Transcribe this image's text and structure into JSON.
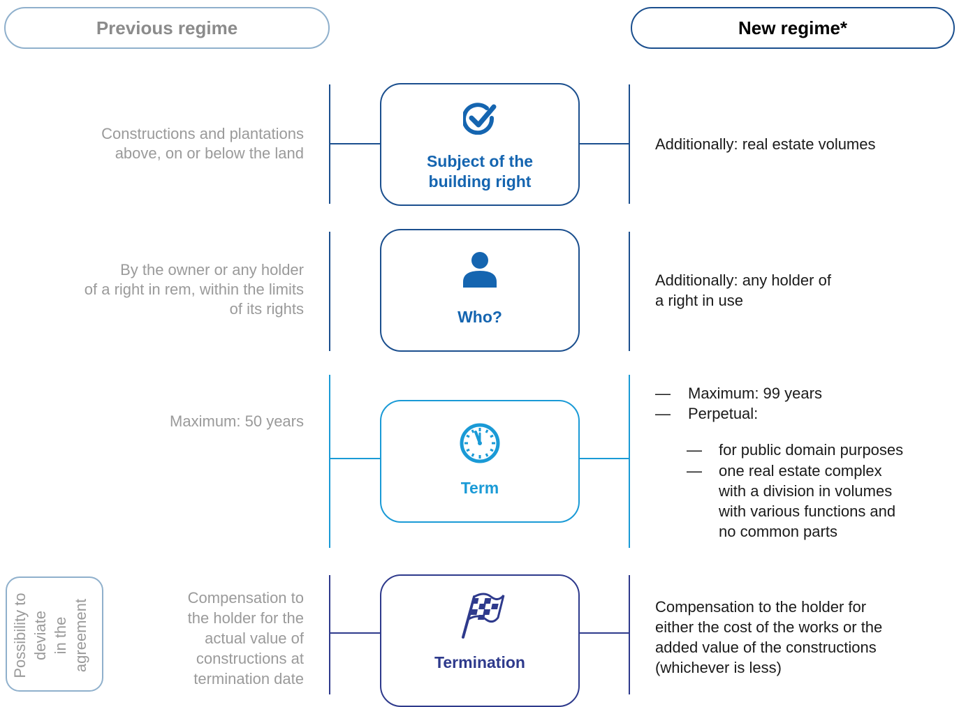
{
  "header": {
    "previous_label": "Previous regime",
    "new_label": "New regime*"
  },
  "colors": {
    "dark_blue": "#1b4f8e",
    "mid_blue": "#1565b0",
    "light_blue": "#1a9ad6",
    "navy": "#2e3a8c",
    "pale_blue": "#8fb0cc",
    "gray_text": "#9a9a9a"
  },
  "rows": [
    {
      "icon": "checkmark-icon",
      "label_lines": [
        "Subject of the",
        "building right"
      ],
      "previous_lines": [
        "Constructions and plantations",
        "above, on or below the land"
      ],
      "new_lines": [
        "Additionally: real estate volumes"
      ]
    },
    {
      "icon": "person-icon",
      "label_lines": [
        "Who?"
      ],
      "previous_lines": [
        "By the owner or any holder",
        "of a right in rem, within the limits",
        "of its rights"
      ],
      "new_lines": [
        "Additionally: any holder of",
        "a right in use"
      ]
    },
    {
      "icon": "clock-icon",
      "label_lines": [
        "Term"
      ],
      "previous_lines": [
        "Maximum: 50 years"
      ],
      "new_items": [
        "Maximum: 99 years",
        "Perpetual:"
      ],
      "new_subitems": [
        "for public domain purposes",
        "one real estate complex",
        "with a division in volumes",
        "with various functions and",
        "no common parts"
      ]
    },
    {
      "icon": "checkered-flag-icon",
      "label_lines": [
        "Termination"
      ],
      "previous_lines": [
        "Compensation to",
        "the holder for the",
        "actual value of",
        "constructions at",
        "termination date"
      ],
      "new_lines": [
        "Compensation to the holder for",
        "either the cost of the works or the",
        "added value of the constructions",
        "(whichever is less)"
      ]
    }
  ],
  "deviate_box": {
    "lines": [
      "Possibility to",
      "deviate",
      "in the",
      "agreement"
    ]
  }
}
